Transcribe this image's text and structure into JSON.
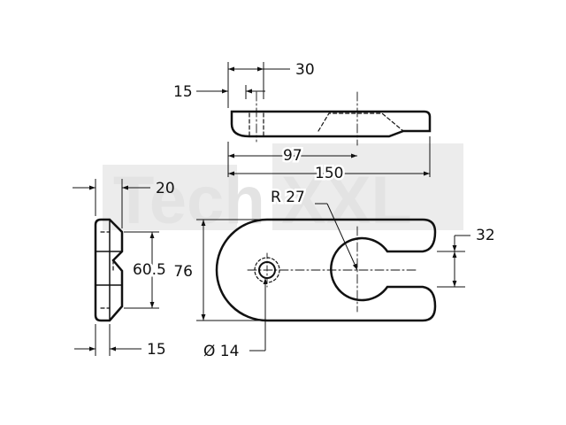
{
  "watermark": {
    "text_tech": "Tech",
    "text_xxl": "XXL",
    "color": "#e3e3e3"
  },
  "line_color": "#111111",
  "dimensions": {
    "top_view": {
      "offset_small": "15",
      "offset_large": "30",
      "slot_center": "97",
      "total_length": "150"
    },
    "side_view": {
      "thickness": "20",
      "hole_spacing": "60.5",
      "base_thickness": "15"
    },
    "plan_view": {
      "width": "76",
      "slot_radius": "R 27",
      "slot_width": "32",
      "hole_diameter": "Ø 14"
    }
  }
}
